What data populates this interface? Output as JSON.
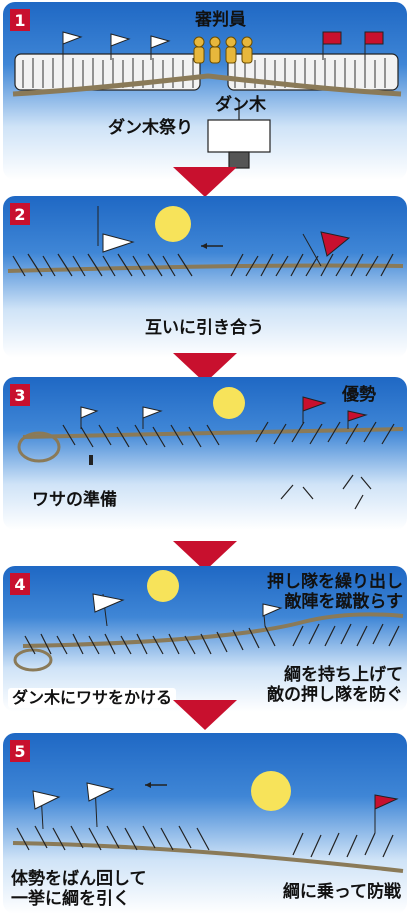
{
  "panels": [
    {
      "number": "1",
      "labels": {
        "judges": "審判員",
        "danki": "ダン木",
        "festival": "ダン木祭り"
      }
    },
    {
      "number": "2",
      "labels": {
        "caption": "互いに引き合う"
      }
    },
    {
      "number": "3",
      "labels": {
        "advantage": "優勢",
        "prep": "ワサの準備"
      }
    },
    {
      "number": "4",
      "labels": {
        "push_line1": "押し隊を繰り出し",
        "push_line2": "敵陣を蹴散らす",
        "hook": "ダン木にワサをかける",
        "lift_line1": "綱を持ち上げて",
        "lift_line2": "敵の押し隊を防ぐ"
      }
    },
    {
      "number": "5",
      "labels": {
        "pull_line1": "体勢をばん回して",
        "pull_line2": "一挙に綱を引く",
        "ride": "綱に乗って防戦"
      }
    }
  ],
  "colors": {
    "sky": "#1f68c4",
    "sky_light": "#cfe3f7",
    "accent": "#c8102e",
    "sun": "#f7e35a"
  }
}
